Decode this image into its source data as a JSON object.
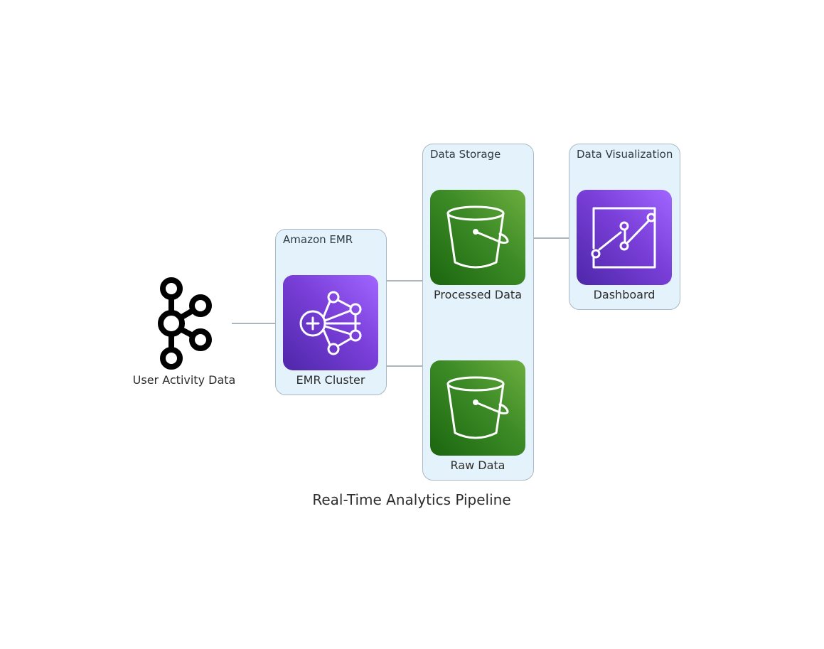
{
  "diagram": {
    "title": "Real-Time Analytics Pipeline",
    "clusters": {
      "emr": {
        "label": "Amazon EMR"
      },
      "storage": {
        "label": "Data Storage"
      },
      "visualization": {
        "label": "Data Visualization"
      }
    },
    "nodes": {
      "source": {
        "label": "User Activity Data",
        "icon": "kafka-icon"
      },
      "emr_cluster": {
        "label": "EMR Cluster",
        "icon": "emr-cluster-icon"
      },
      "processed": {
        "label": "Processed Data",
        "icon": "s3-bucket-icon"
      },
      "raw": {
        "label": "Raw Data",
        "icon": "s3-bucket-icon"
      },
      "dashboard": {
        "label": "Dashboard",
        "icon": "quicksight-icon"
      }
    },
    "edges": [
      {
        "from": "User Activity Data",
        "to": "EMR Cluster"
      },
      {
        "from": "EMR Cluster",
        "to": "Processed Data"
      },
      {
        "from": "EMR Cluster",
        "to": "Raw Data"
      },
      {
        "from": "Processed Data",
        "to": "Dashboard"
      }
    ],
    "colors": {
      "cluster_fill": "#e4f3fb",
      "cluster_border": "#a9b8c4",
      "edge": "#7b8894",
      "analytics_purple": "#7a3fd9",
      "storage_green": "#3c8a26"
    }
  }
}
